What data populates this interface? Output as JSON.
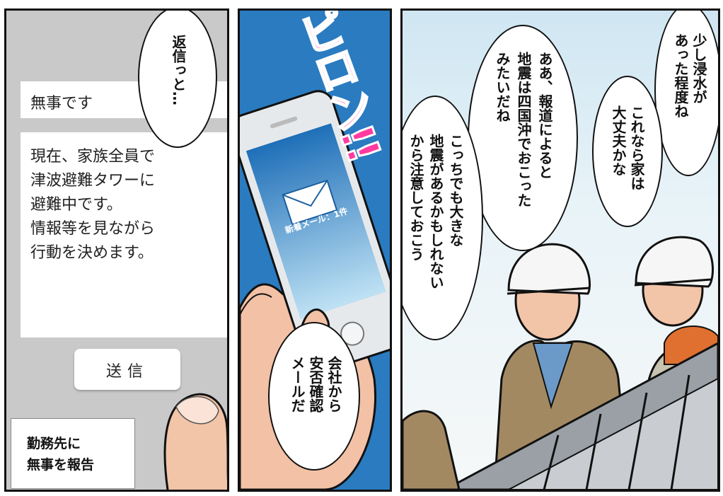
{
  "panel1": {
    "subject": "無事です",
    "body_lines": [
      "現在、家族全員で",
      "津波避難タワーに",
      "避難中です。",
      "情報等を見ながら",
      "行動を決めます。"
    ],
    "send_button": "送信",
    "caption_lines": [
      "勤務先に",
      "無事を報告"
    ],
    "bubble_lines": [
      "返信っと…"
    ]
  },
  "panel2": {
    "sfx": "ピロン!!",
    "notification": "新着メール：1件",
    "bubble_lines": [
      "会社から",
      "安否確認",
      "メールだ"
    ]
  },
  "panel3": {
    "bubbles": [
      {
        "lines": [
          "少し浸水が",
          "あった程度ね"
        ]
      },
      {
        "lines": [
          "これなら家は",
          "大丈夫かな"
        ]
      },
      {
        "lines": [
          "ああ、報道によると",
          "地震は四国沖でおこった",
          "みたいだね"
        ]
      },
      {
        "lines": [
          "こっちでも大きな",
          "地震があるかもしれない",
          "から注意しておこう"
        ]
      }
    ]
  }
}
